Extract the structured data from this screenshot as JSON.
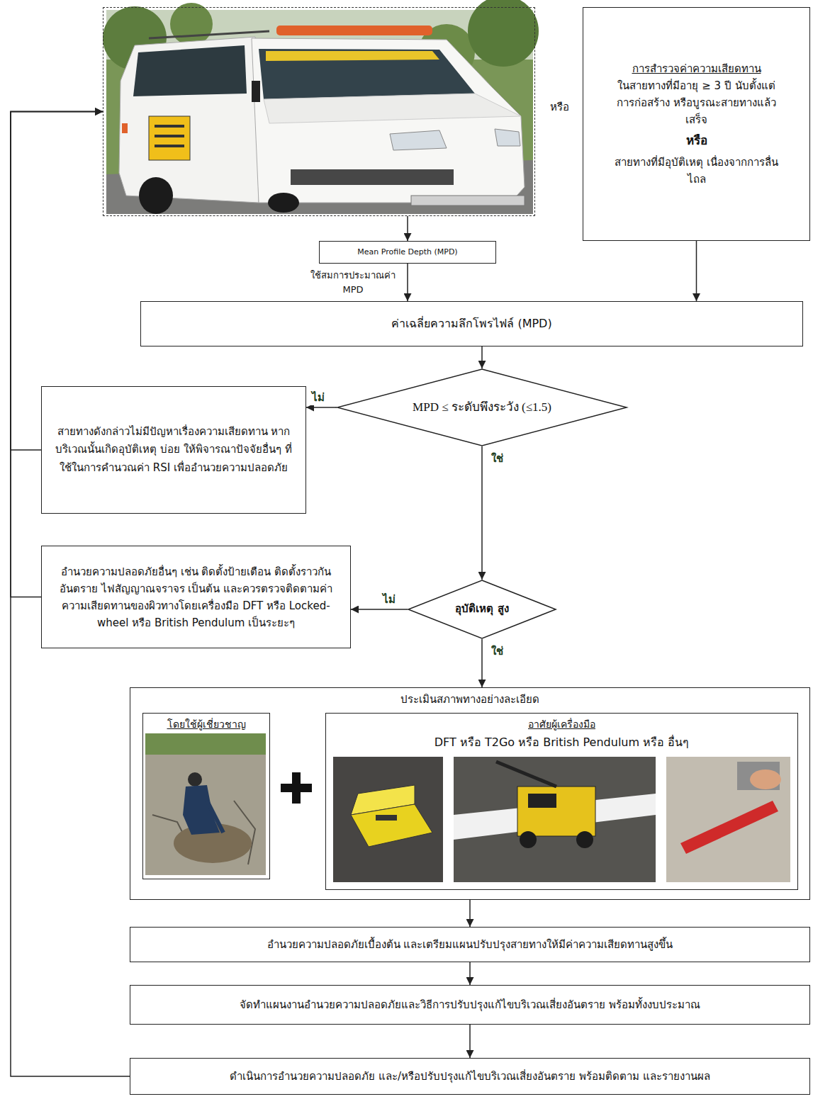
{
  "diagram": {
    "nodes": [
      {
        "text": []
      },
      {
        "text": [
          "การสำรวจค่าความเสียดทาน",
          "ในสายทางที่มีอายุ ≥ 3 ปี นับตั้งแต่การก่อสร้าง หรือบูรณะสายทางแล้วเสร็จ",
          "หรือ",
          "สายทางที่มีอุบัติเหตุ เนื่องจากการลื่นไถล"
        ]
      },
      {
        "text": [
          "Mean Profile Depth (MPD)"
        ]
      },
      {
        "text": [
          "ค่าเฉลี่ยความลึกโพรไฟล์ (MPD)"
        ]
      },
      {
        "text": [
          "MPD ≤ ระดับพึงระวัง (≤1.5)"
        ]
      },
      {
        "text": [
          "สายทางดังกล่าวไม่มีปัญหาเรื่องความเสียดทาน หากบริเวณนั้นเกิดอุบัติเหตุ บ่อย ให้พิจารณาปัจจัยอื่นๆ ที่ใช้ในการคำนวณค่า RSI เพื่ออำนวยความปลอดภัย"
        ]
      },
      {
        "text": [
          "อุบัติเหตุ สูง"
        ]
      },
      {
        "text": [
          "อำนวยความปลอดภัยอื่นๆ เช่น ติดตั้งป้ายเตือน ติดตั้งราวกันอันตราย ไฟสัญญาณจราจร เป็นต้น และควรตรวจติดตามค่าความเสียดทานของผิวทางโดยเครื่องมือ DFT หรือ Locked-wheel หรือ British Pendulum เป็นระยะๆ"
        ]
      },
      {
        "text": [
          "ประเมินสภาพทางอย่างละเอียด"
        ]
      },
      {
        "text": [
          "โดยใช้ผู้เชี่ยวชาญ"
        ],
        "in": 8
      },
      {
        "text": [
          "อาศัยผู้เครื่องมือ",
          "DFT หรือ T2Go หรือ British Pendulum หรือ อื่นๆ"
        ],
        "in": 8
      },
      {
        "text": [
          "อำนวยความปลอดภัยเบื้องต้น และเตรียมแผนปรับปรุงสายทางให้มีค่าความเสียดทานสูงขึ้น"
        ]
      },
      {
        "text": [
          "จัดทำแผนงานอำนวยความปลอดภัยและวิธีการปรับปรุงแก้ไขบริเวณเสี่ยงอันตราย พร้อมทั้งงบประมาณ"
        ]
      },
      {
        "text": [
          "ดำเนินการอำนวยความปลอดภัย และ/หรือปรับปรุงแก้ไขบริเวณเสี่ยงอันตราย พร้อมติดตาม และรายงานผล"
        ]
      }
    ],
    "edges": [
      {
        "from": 0,
        "to": 2,
        "arrow": "to"
      },
      {
        "from": 2,
        "to": 3,
        "arrow": "to",
        "label": "ใช้สมการประมาณค่า MPD"
      },
      {
        "from": 1,
        "to": 3,
        "arrow": "to"
      },
      {
        "from": 3,
        "to": 4,
        "arrow": "to"
      },
      {
        "from": 4,
        "to": 5,
        "arrow": "to",
        "label": "ไม่"
      },
      {
        "from": 4,
        "to": 6,
        "arrow": "to",
        "label": "ใช่"
      },
      {
        "from": 6,
        "to": 7,
        "arrow": "to",
        "label": "ไม่"
      },
      {
        "from": 6,
        "to": 8,
        "arrow": "to",
        "label": "ใช่"
      },
      {
        "from": 8,
        "to": 11,
        "arrow": "to"
      },
      {
        "from": 11,
        "to": 12,
        "arrow": "to"
      },
      {
        "from": 12,
        "to": 13,
        "arrow": "to"
      },
      {
        "from": 5,
        "to": 0,
        "arrow": "to"
      },
      {
        "from": 7,
        "to": 0,
        "arrow": "to"
      },
      {
        "from": 13,
        "to": 0,
        "arrow": "to"
      }
    ],
    "labels": [
      "หรือ"
    ]
  }
}
